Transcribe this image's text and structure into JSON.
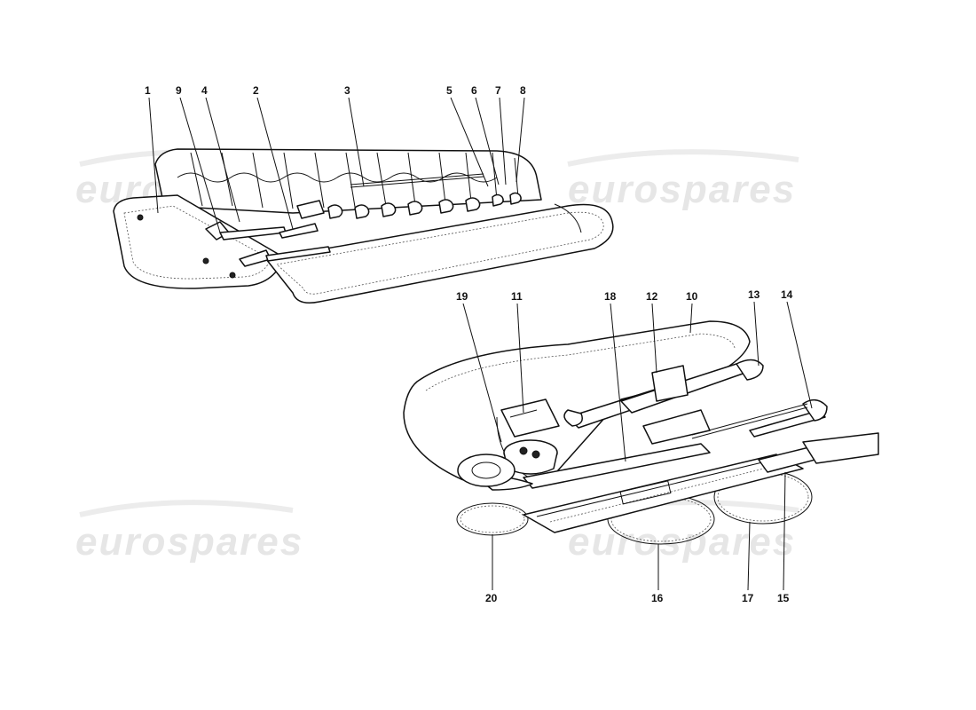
{
  "watermarks": [
    "eurospares",
    "eurospares",
    "eurospares",
    "eurospares"
  ],
  "callouts": [
    {
      "id": "1",
      "label": "1"
    },
    {
      "id": "9",
      "label": "9"
    },
    {
      "id": "4",
      "label": "4"
    },
    {
      "id": "2",
      "label": "2"
    },
    {
      "id": "3",
      "label": "3"
    },
    {
      "id": "5",
      "label": "5"
    },
    {
      "id": "6",
      "label": "6"
    },
    {
      "id": "7",
      "label": "7"
    },
    {
      "id": "8",
      "label": "8"
    },
    {
      "id": "19",
      "label": "19"
    },
    {
      "id": "11",
      "label": "11"
    },
    {
      "id": "18",
      "label": "18"
    },
    {
      "id": "12",
      "label": "12"
    },
    {
      "id": "10",
      "label": "10"
    },
    {
      "id": "13",
      "label": "13"
    },
    {
      "id": "14",
      "label": "14"
    },
    {
      "id": "20",
      "label": "20"
    },
    {
      "id": "16",
      "label": "16"
    },
    {
      "id": "17",
      "label": "17"
    },
    {
      "id": "15",
      "label": "15"
    }
  ]
}
